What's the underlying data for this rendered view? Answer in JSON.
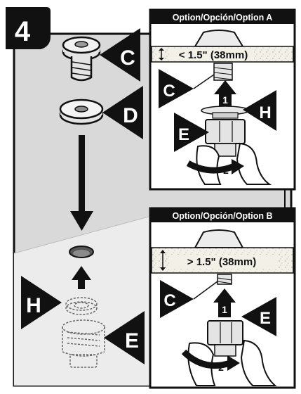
{
  "step": {
    "number": "4"
  },
  "callouts": {
    "c_top": "C",
    "d": "D",
    "h_left": "H",
    "e_left": "E",
    "a_c": "C",
    "a_h": "H",
    "a_e": "E",
    "b_c": "C",
    "b_e": "E"
  },
  "panel_a": {
    "title": "Option/Opción/Option A",
    "measure": "< 1.5\" (38mm)",
    "arrow_up": "1",
    "arrow_turn": "2"
  },
  "panel_b": {
    "title": "Option/Opción/Option B",
    "measure": "> 1.5\" (38mm)",
    "arrow_up": "1",
    "arrow_turn": "2"
  },
  "colors": {
    "ink": "#111111",
    "panel_bg": "#d9d9d9",
    "sink_light": "#ececec",
    "hardware": "#e4e4e4",
    "counter_fill": "#f1eee6"
  }
}
